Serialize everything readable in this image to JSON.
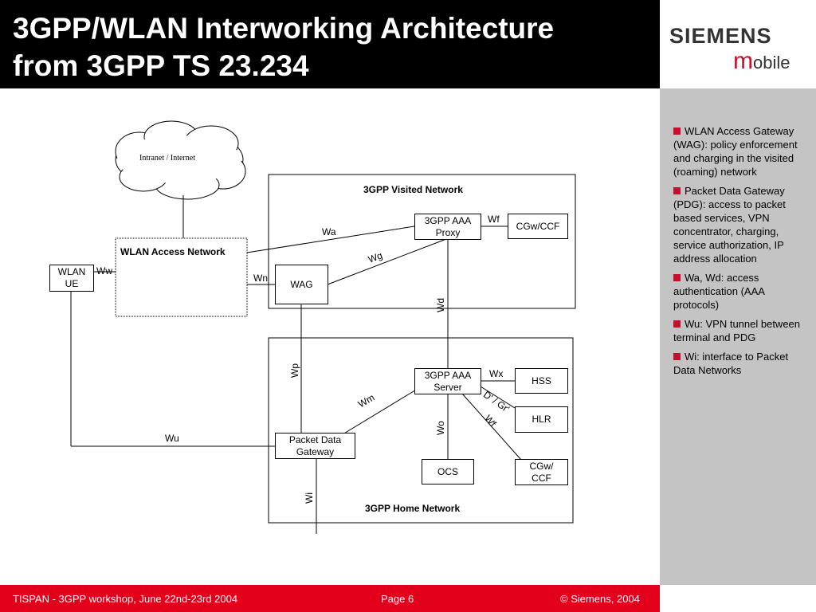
{
  "slide": {
    "title_line1": "3GPP/WLAN Interworking Architecture",
    "title_line2": "from 3GPP TS 23.234"
  },
  "logo": {
    "brand": "SIEMENS",
    "sub_m": "m",
    "sub_rest": "obile"
  },
  "colors": {
    "accent": "#c8102e",
    "footer": "#e2001a",
    "sidebar": "#c4c4c4",
    "header": "#000000"
  },
  "bullets": [
    "WLAN Access Gateway (WAG): policy enforcement and charging in the visited (roaming) network",
    "Packet Data Gateway (PDG): access to packet based services, VPN concentrator, charging, service authorization, IP address allocation",
    "Wa, Wd: access authentication (AAA protocols)",
    "Wu: VPN tunnel between terminal and PDG",
    "Wi: interface to Packet Data Networks"
  ],
  "footer": {
    "left": "TISPAN - 3GPP workshop, June 22nd-23rd 2004",
    "center": "Page 6",
    "right": "© Siemens, 2004"
  },
  "diagram": {
    "cloud": "Intranet / Internet",
    "visited_network": "3GPP Visited Network",
    "home_network": "3GPP Home Network",
    "wlan_access_network": "WLAN Access Network",
    "wlan_ue_line1": "WLAN",
    "wlan_ue_line2": "UE",
    "wag": "WAG",
    "aaa_proxy_line1": "3GPP AAA",
    "aaa_proxy_line2": "Proxy",
    "cgw_visited": "CGw/CCF",
    "aaa_server_line1": "3GPP AAA",
    "aaa_server_line2": "Server",
    "hss": "HSS",
    "hlr": "HLR",
    "cgw_home_line1": "CGw/",
    "cgw_home_line2": "CCF",
    "ocs": "OCS",
    "pdg_line1": "Packet Data",
    "pdg_line2": "Gateway",
    "if_ww": "Ww",
    "if_wn": "Wn",
    "if_wa": "Wa",
    "if_wg": "Wg",
    "if_wf_visited": "Wf",
    "if_wd": "Wd",
    "if_wp": "Wp",
    "if_wx": "Wx",
    "if_dgr": "D' / Gr'",
    "if_wf_home": "Wf",
    "if_wm": "Wm",
    "if_wo": "Wo",
    "if_wu": "Wu",
    "if_wi": "Wi"
  }
}
